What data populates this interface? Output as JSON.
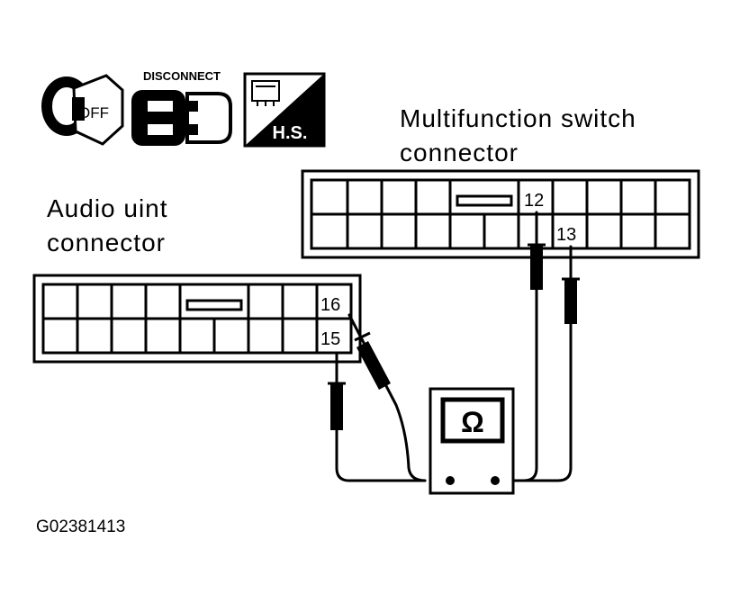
{
  "icons": {
    "ignition": {
      "icon": "ignition-key-off-icon",
      "label": "OFF"
    },
    "disconnect": {
      "icon": "disconnect-connector-icon",
      "label": "DISCONNECT"
    },
    "harness": {
      "icon": "harness-side-icon",
      "label": "H.S."
    }
  },
  "multifunction_connector": {
    "title_line1": "Multifunction switch",
    "title_line2": "connector",
    "pin_a": "12",
    "pin_b": "13"
  },
  "audio_connector": {
    "title_line1": "Audio uint",
    "title_line2": "connector",
    "pin_a": "16",
    "pin_b": "15"
  },
  "meter": {
    "icon": "ohmmeter-icon",
    "symbol": "Ω"
  },
  "figure_code": "G02381413"
}
